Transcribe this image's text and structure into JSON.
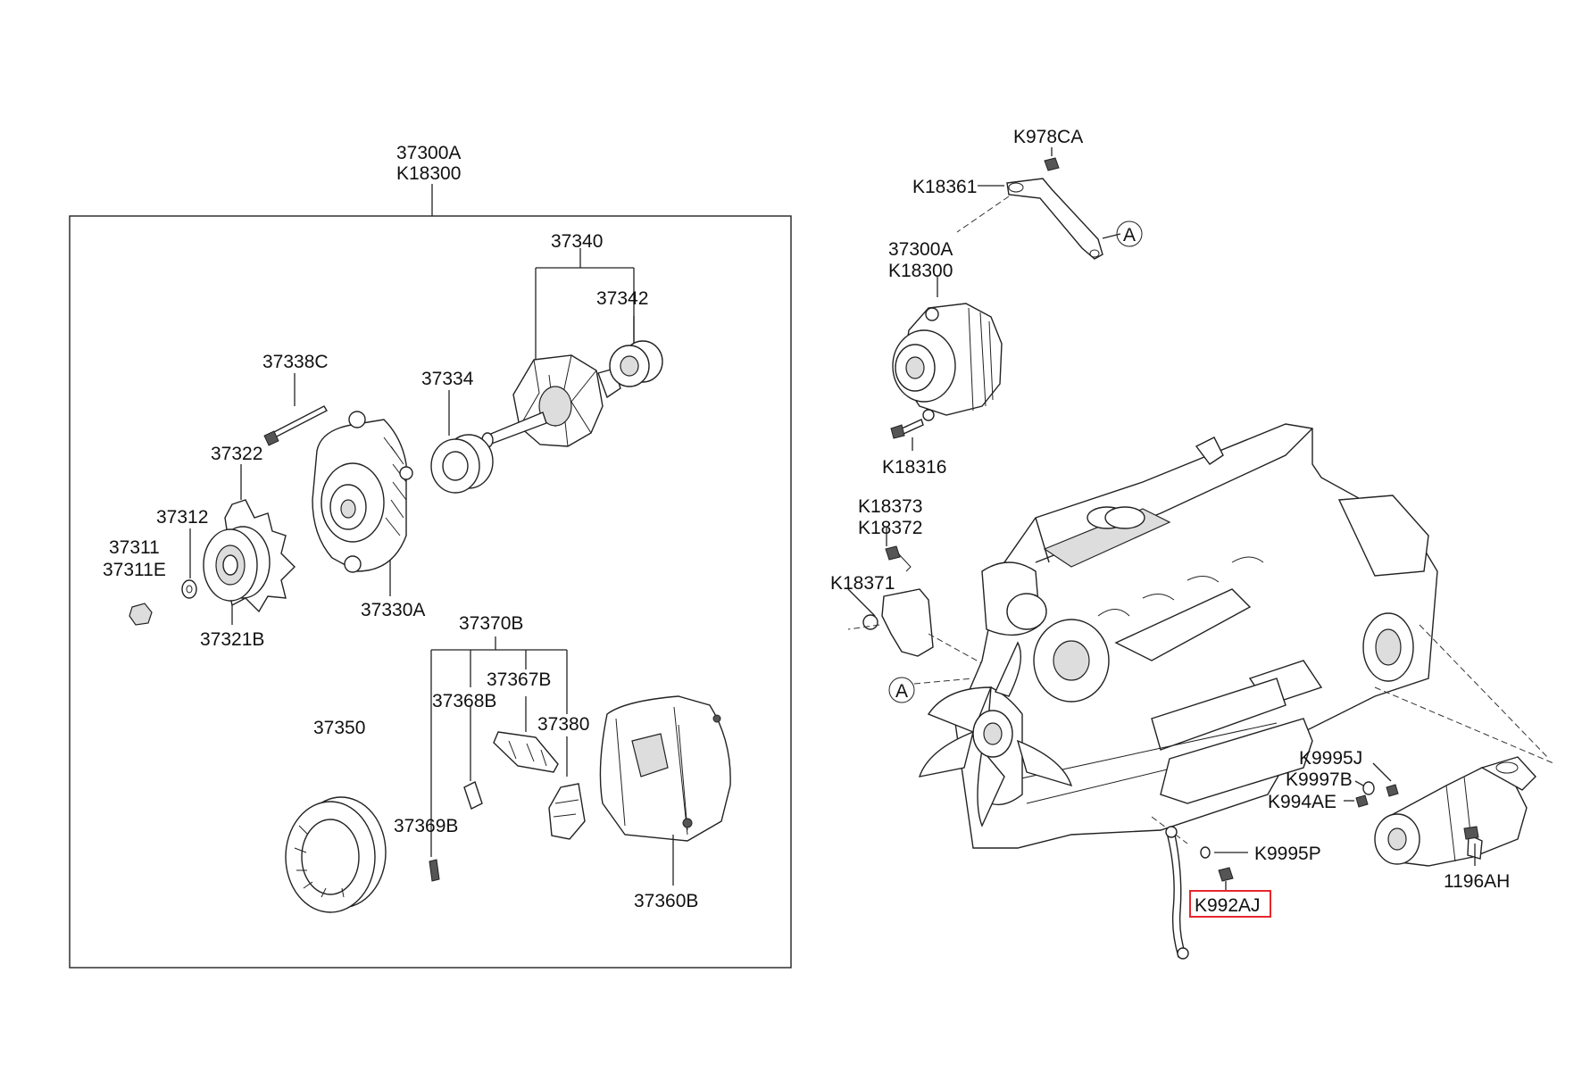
{
  "labels": {
    "assembly_37300a": "37300A",
    "assembly_k18300": "K18300",
    "p37340": "37340",
    "p37342": "37342",
    "p37338c": "37338C",
    "p37334": "37334",
    "p37322": "37322",
    "p37312": "37312",
    "p37311": "37311",
    "p37311e": "37311E",
    "p37321b": "37321B",
    "p37330a": "37330A",
    "p37370b": "37370B",
    "p37367b": "37367B",
    "p37368b": "37368B",
    "p37380": "37380",
    "p37350": "37350",
    "p37369b": "37369B",
    "p37360b": "37360B",
    "k978ca": "K978CA",
    "k18361": "K18361",
    "ref_a_top": "A",
    "engine_37300a": "37300A",
    "engine_k18300": "K18300",
    "k18316": "K18316",
    "k18373": "K18373",
    "k18372": "K18372",
    "k18371": "K18371",
    "ref_a_left": "A",
    "k9995j": "K9995J",
    "k9997b": "K9997B",
    "k994ae": "K994AE",
    "k9995p": "K9995P",
    "k992aj": "K992AJ",
    "p1196ah": "1196AH"
  },
  "highlighted_part": "K992AJ",
  "colors": {
    "line": "#222222",
    "highlight_box": "#e8262b",
    "background": "#ffffff"
  }
}
